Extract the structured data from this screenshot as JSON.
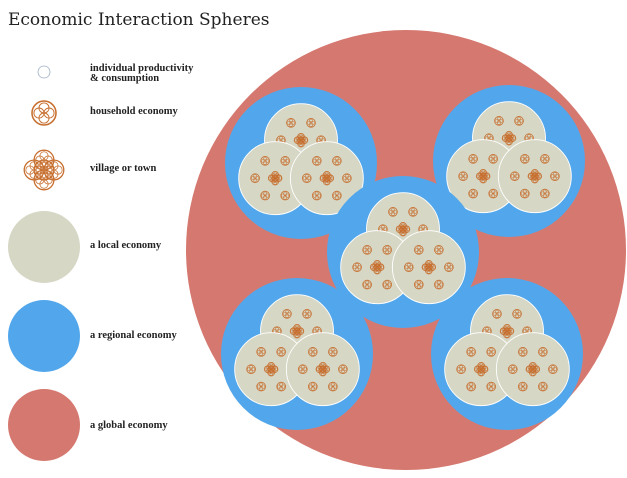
{
  "title": "Economic Interaction Spheres",
  "legend": [
    {
      "key": "individual",
      "line1": "individual productivity",
      "line2": "& consumption"
    },
    {
      "key": "household",
      "line1": "household economy",
      "line2": ""
    },
    {
      "key": "village",
      "line1": "village or town",
      "line2": ""
    },
    {
      "key": "local",
      "line1": "a local economy",
      "line2": ""
    },
    {
      "key": "regional",
      "line1": "a regional economy",
      "line2": ""
    },
    {
      "key": "global",
      "line1": "a global economy",
      "line2": ""
    }
  ],
  "colors": {
    "global": "#d5786f",
    "regional": "#52a7ec",
    "local": "#d6d7c5",
    "household": "#c76f2f",
    "individual_outline": "#9ab0c4",
    "text": "#222222"
  },
  "icons": {
    "individual": "small-open-circle",
    "household": "ring-with-four-circles",
    "village": "cluster-of-household-rings"
  }
}
